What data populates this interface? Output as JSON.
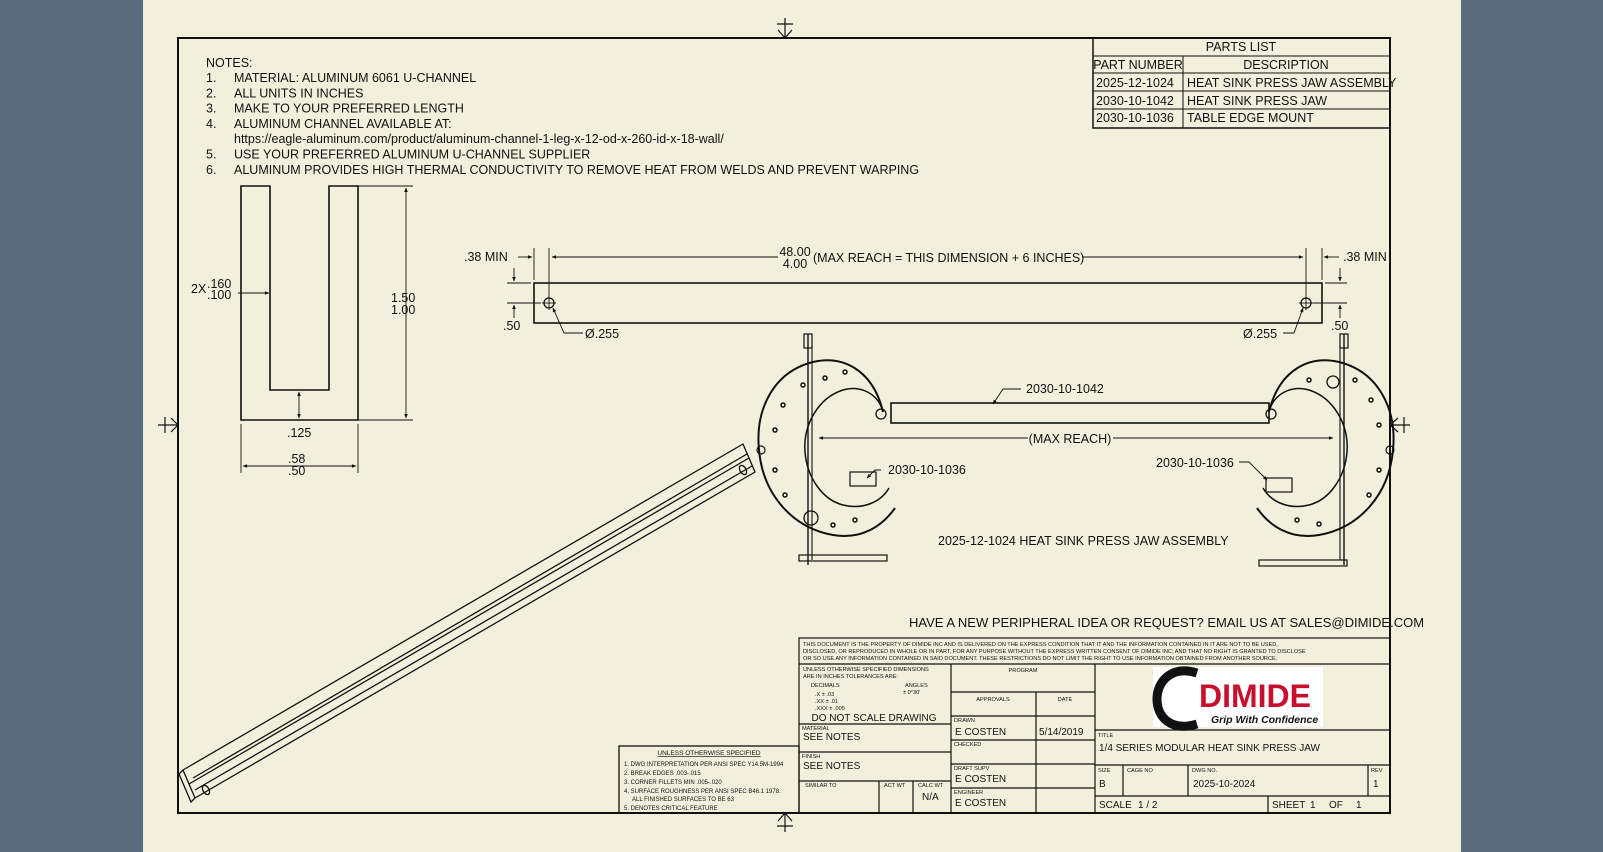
{
  "colors": {
    "background": "#5b6b7e",
    "paper": "#f2f0dc",
    "ink": "#111111",
    "logo_red": "#c8102e"
  },
  "notes": {
    "heading": "NOTES:",
    "items": [
      {
        "num": "1.",
        "text": "MATERIAL: ALUMINUM 6061 U-CHANNEL"
      },
      {
        "num": "2.",
        "text": "ALL UNITS IN INCHES"
      },
      {
        "num": "3.",
        "text": "MAKE TO YOUR PREFERRED LENGTH"
      },
      {
        "num": "4.",
        "text": "ALUMINUM CHANNEL AVAILABLE AT:"
      },
      {
        "num": "",
        "text": "https://eagle-aluminum.com/product/aluminum-channel-1-leg-x-12-od-x-260-id-x-18-wall/"
      },
      {
        "num": "5.",
        "text": "USE YOUR PREFERRED ALUMINUM U-CHANNEL SUPPLIER"
      },
      {
        "num": "6.",
        "text": "ALUMINUM PROVIDES HIGH THERMAL CONDUCTIVITY TO REMOVE HEAT FROM WELDS AND PREVENT WARPING"
      }
    ]
  },
  "parts_list": {
    "title": "PARTS LIST",
    "headers": [
      "PART NUMBER",
      "DESCRIPTION"
    ],
    "rows": [
      [
        "2025-12-1024",
        "HEAT SINK PRESS JAW ASSEMBLY"
      ],
      [
        "2030-10-1042",
        "HEAT SINK PRESS JAW"
      ],
      [
        "2030-10-1036",
        "TABLE EDGE MOUNT"
      ]
    ]
  },
  "section_view": {
    "wall_prefix": "2X",
    "wall_max": ".160",
    "wall_min": ".100",
    "height_max": "1.50",
    "height_min": "1.00",
    "bottom": ".125",
    "width_max": ".58",
    "width_min": ".50"
  },
  "bar_view": {
    "left_min": ".38 MIN",
    "right_min": ".38 MIN",
    "length_max": "48.00",
    "length_min": "4.00",
    "length_note": "(MAX REACH = THIS DIMENSION + 6 INCHES)",
    "left_offset": ".50",
    "right_offset": ".50",
    "left_hole": "Ø.255",
    "right_hole": "Ø.255"
  },
  "assembly_view": {
    "jaw_callout": "2030-10-1042",
    "reach_label": "(MAX REACH)",
    "mount_left": "2030-10-1036",
    "mount_right": "2030-10-1036",
    "caption": "2025-12-1024 HEAT SINK PRESS JAW ASSEMBLY"
  },
  "promo": "HAVE A NEW PERIPHERAL IDEA OR REQUEST? EMAIL US AT SALES@DIMIDE.COM",
  "general_notes": {
    "title": "UNLESS OTHERWISE SPECIFIED",
    "items": [
      "1. DWG INTERPRETATION PER ANSI SPEC Y14.5M-1994",
      "2. BREAK EDGES .003-.015",
      "3. CORNER FILLETS MIN .005-.020",
      "4. SURFACE ROUGHNESS PER ANSI SPEC B46.1 1978.",
      "ALL FINISHED SURFACES TO BE 63",
      "5. DENOTES CRITICAL FEATURE"
    ]
  },
  "title_block": {
    "disclaimer": [
      "THIS DOCUMENT IS THE PROPERTY OF DIMIDE INC AND IS DELIVERED ON THE EXPRESS CONDITION THAT IT AND THE INFORMATION CONTAINED IN IT ARE NOT TO BE USED,",
      "DISCLOSED, OR REPRODUCED IN WHOLE OR IN PART, FOR ANY PURPOSE WITHOUT THE EXPRESS WRITTEN CONSENT OF DIMIDE INC; AND THAT NO RIGHT IS GRANTED TO DISCLOSE",
      "OR SO USE ANY INFORMATION CONTAINED IN SAID DOCUMENT. THESE RESTRICTIONS DO NOT LIMIT THE RIGHT TO USE INFORMATION OBTAINED FROM ANOTHER SOURCE."
    ],
    "tolerance_header": [
      "UNLESS OTHERWISE SPECIFIED DIMENSIONS",
      "ARE IN INCHES TOLERANCES ARE:"
    ],
    "decimals_label": "DECIMALS",
    "angles_label": "ANGLES",
    "angles_value": "± 0°30'",
    "tolerances": [
      ".X  ± .03",
      ".XX  ± .01",
      ".XXX  ± .005"
    ],
    "do_not_scale": "DO NOT SCALE DRAWING",
    "material_label": "MATERIAL",
    "material_value": "SEE NOTES",
    "finish_label": "FINISH",
    "finish_value": "SEE NOTES",
    "similar_to_label": "SIMILAR TO",
    "act_wt_label": "ACT WT",
    "calc_wt_label": "CALC WT",
    "calc_wt_value": "N/A",
    "program_label": "PROGRAM",
    "approvals_label": "APPROVALS",
    "date_label": "DATE",
    "drawn_label": "DRAWN",
    "drawn_value": "E COSTEN",
    "drawn_date": "5/14/2019",
    "checked_label": "CHECKED",
    "draft_supv_label": "DRAFT SUPV",
    "draft_supv_value": "E COSTEN",
    "engineer_label": "ENGINEER",
    "engineer_value": "E COSTEN",
    "title_label": "TITLE",
    "title_value": "1/4 SERIES MODULAR HEAT SINK PRESS JAW",
    "size_label": "SIZE",
    "size_value": "B",
    "cage_label": "CAGE NO",
    "dwg_no_label": "DWG NO.",
    "dwg_no_value": "2025-10-2024",
    "rev_label": "REV",
    "rev_value": "1",
    "scale_label": "SCALE",
    "scale_value": "1 / 2",
    "sheet_label": "SHEET",
    "sheet_value": "1",
    "of_label": "OF",
    "of_value": "1"
  },
  "logo": {
    "brand": "DIMIDE",
    "tagline": "Grip With Confidence"
  }
}
